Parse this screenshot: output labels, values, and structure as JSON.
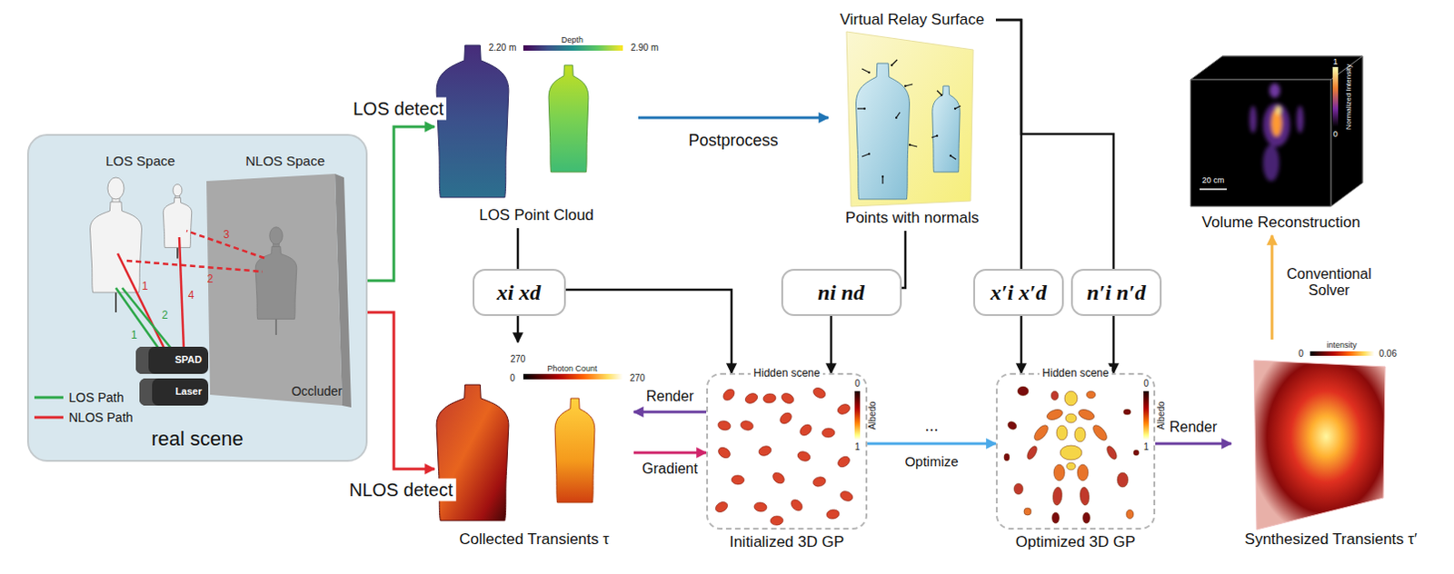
{
  "diagram": {
    "nodes": [
      {
        "text": [
          "real scene"
        ]
      },
      {
        "text": [
          "SPAD"
        ],
        "in": 0
      },
      {
        "text": [
          "Laser"
        ],
        "in": 0
      },
      {
        "text": [
          "LOS Point Cloud"
        ]
      },
      {
        "text": [
          "Virtual Relay Surface",
          "Points with normals"
        ]
      },
      {
        "text": [
          "xi xd"
        ]
      },
      {
        "text": [
          "ni nd"
        ]
      },
      {
        "text": [
          "x′i x′d"
        ]
      },
      {
        "text": [
          "n′i n′d"
        ]
      },
      {
        "text": [
          "Collected Transients τ"
        ]
      },
      {
        "text": [
          "Hidden scene",
          "Initialized 3D GP"
        ]
      },
      {
        "text": [
          "Hidden scene",
          "Optimized 3D GP"
        ]
      },
      {
        "text": [
          "Synthesized Transients τ′"
        ]
      },
      {
        "text": [
          "Volume Reconstruction"
        ]
      }
    ],
    "edges": [
      {
        "from": 0,
        "to": 3,
        "arrow": "to",
        "label": "LOS detect"
      },
      {
        "from": 0,
        "to": 9,
        "arrow": "to",
        "label": "NLOS detect"
      },
      {
        "from": 3,
        "to": 4,
        "arrow": "to",
        "label": "Postprocess"
      },
      {
        "from": 3,
        "to": 5,
        "arrow": "none"
      },
      {
        "from": 5,
        "to": 9,
        "arrow": "to"
      },
      {
        "from": 5,
        "to": 10,
        "arrow": "to"
      },
      {
        "from": 4,
        "to": 6,
        "arrow": "none"
      },
      {
        "from": 6,
        "to": 10,
        "arrow": "to"
      },
      {
        "from": 10,
        "to": 9,
        "arrow": "to",
        "label": "Render"
      },
      {
        "from": 9,
        "to": 10,
        "arrow": "to",
        "label": "Gradient"
      },
      {
        "from": 10,
        "to": 11,
        "arrow": "to",
        "label": "Optimize"
      },
      {
        "from": 4,
        "to": 7,
        "arrow": "none"
      },
      {
        "from": 4,
        "to": 8,
        "arrow": "none"
      },
      {
        "from": 7,
        "to": 11,
        "arrow": "to"
      },
      {
        "from": 8,
        "to": 11,
        "arrow": "to"
      },
      {
        "from": 11,
        "to": 12,
        "arrow": "to",
        "label": "Render"
      },
      {
        "from": 12,
        "to": 13,
        "arrow": "to",
        "label": "Conventional Solver"
      }
    ],
    "labels": [
      "LOS Space",
      "NLOS Space",
      "1",
      "2",
      "3",
      "4",
      "1",
      "2",
      "Occluder",
      "Depth",
      "2.20 m",
      "2.90 m",
      "270",
      "0",
      "Photon Count",
      "270",
      "0",
      "Albedo",
      "1",
      "0",
      "Albedo",
      "1",
      "...",
      "intensity",
      "0",
      "0.06",
      "Normalized Intensity",
      "1",
      "0",
      "20 cm"
    ],
    "legend": [
      {
        "text": "LOS Path"
      },
      {
        "text": "NLOS Path"
      }
    ]
  }
}
